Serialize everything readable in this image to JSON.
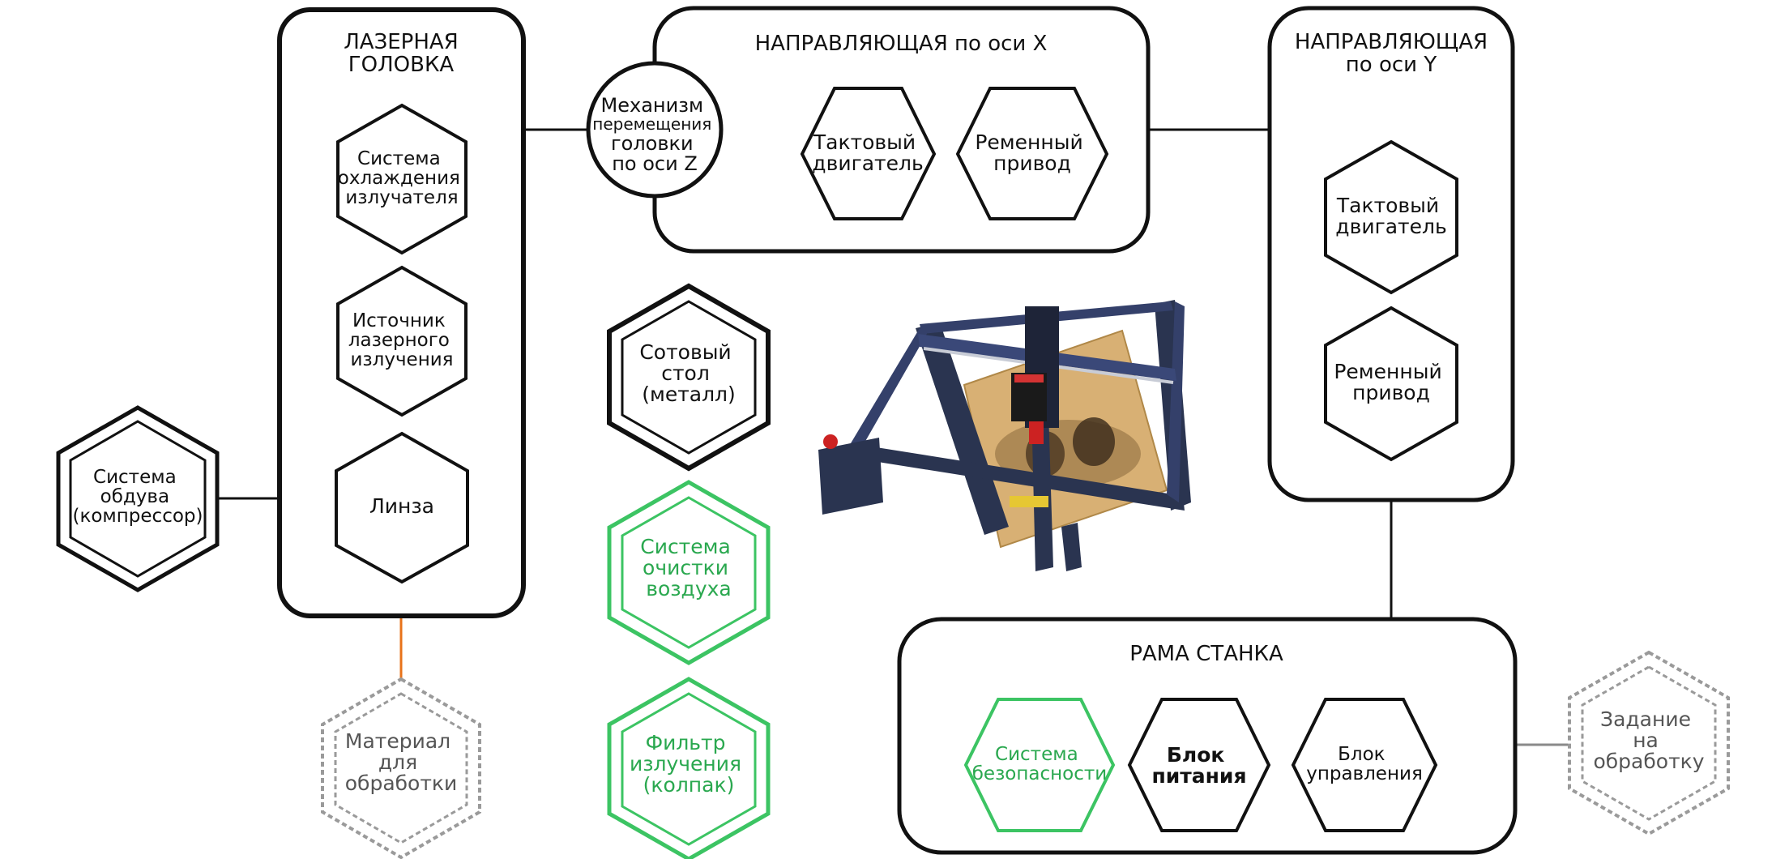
{
  "colors": {
    "stroke": "#111111",
    "green": "#3cc463",
    "green_text": "#2aa84f",
    "grey": "#9a9a9a",
    "orange": "#e8731a",
    "arrow_grey": "#8a8a8a"
  },
  "laser_head": {
    "title_line1": "ЛАЗЕРНАЯ",
    "title_line2": "ГОЛОВКА",
    "cooling": [
      "Система",
      "охлаждения",
      "излучателя"
    ],
    "source": [
      "Источник",
      "лазерного",
      "излучения"
    ],
    "lens": "Линза"
  },
  "z_mechanism": [
    "Механизм",
    "перемещения",
    "головки",
    "по оси Z"
  ],
  "x_guide": {
    "title": "НАПРАВЛЯЮЩАЯ по оси X",
    "stepper": [
      "Тактовый",
      "двигатель"
    ],
    "belt": [
      "Ременный",
      "привод"
    ]
  },
  "y_guide": {
    "title_line1": "НАПРАВЛЯЮЩАЯ",
    "title_line2": "по оси Y",
    "stepper": [
      "Тактовый",
      "двигатель"
    ],
    "belt": [
      "Ременный",
      "привод"
    ]
  },
  "air_assist": [
    "Система",
    "обдува",
    "(компрессор)"
  ],
  "honeycomb": [
    "Сотовый",
    "стол",
    "(металл)"
  ],
  "air_purifier": [
    "Система",
    "очистки",
    "воздуха"
  ],
  "radiation_filter": [
    "Фильтр",
    "излучения",
    "(колпак)"
  ],
  "material": [
    "Материал",
    "для",
    "обработки"
  ],
  "frame": {
    "title": "РАМА СТАНКА",
    "safety": [
      "Система",
      "безопасности"
    ],
    "psu": [
      "Блок",
      "питания"
    ],
    "control": [
      "Блок",
      "управления"
    ]
  },
  "job": [
    "Задание",
    "на",
    "обработку"
  ]
}
